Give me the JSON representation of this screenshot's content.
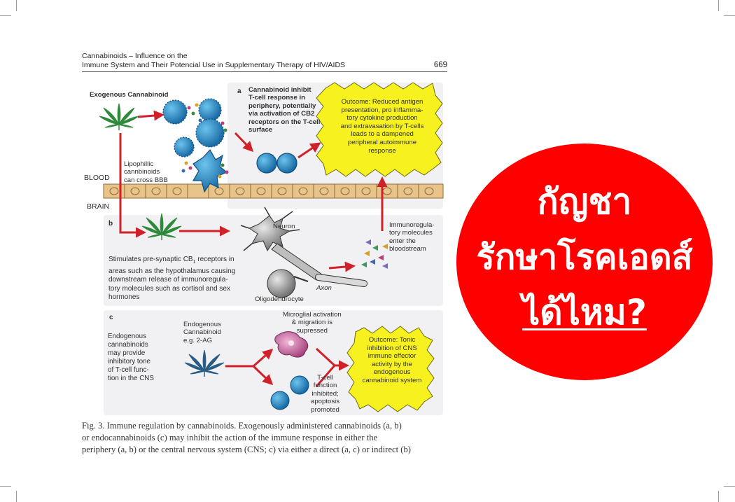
{
  "header": {
    "title_line1": "Cannabinoids – Influence on the",
    "title_line2": "Immune System and Their Potencial Use in Supplementary Therapy of HIV/AIDS",
    "page_number": "669"
  },
  "figure": {
    "panel_a": {
      "letter": "a",
      "exogenous_label": "Exogenous Cannabinoid",
      "description_lines": [
        "Cannabinoid inhibit",
        "T-cell response in",
        "periphery, potentially",
        "via activation of CB2",
        "receptors on the T-cell",
        "surface"
      ],
      "outcome_lines": [
        "Outcome: Reduced antigen",
        "presentation, pro inflamma-",
        "tory cytokine production",
        "and extravasation by T-cells",
        "leads to a dampened",
        "peripheral autoimmune",
        "response"
      ],
      "lipophilic_lines": [
        "Lipophillic",
        "cannbinoids",
        "can cross BBB"
      ],
      "blood_label": "BLOOD",
      "brain_label": "BRAIN"
    },
    "panel_b": {
      "letter": "b",
      "neuron_label": "Neuron",
      "axon_label": "Axon",
      "oligo_label": "Oligodendrocyte",
      "immuno_lines": [
        "Immunoregula-",
        "tory molecules",
        "enter the",
        "bloodstream"
      ],
      "description_lines": [
        "Stimulates pre-synaptic CB",
        "areas such as the hypothalamus causing",
        "downstream release of immunoregula-",
        "tory molecules such as cortisol and sex",
        "hormones"
      ],
      "cb1_subscript": "1",
      "cb1_suffix": " receptors in"
    },
    "panel_c": {
      "letter": "c",
      "endogenous_lines": [
        "Endogenous",
        "cannabinoids",
        "may provide",
        "inhibitory tone",
        "of T-cell func-",
        "tion in the CNS"
      ],
      "endo_cannabinoid_lines": [
        "Endogenous",
        "Cannabinoid",
        "e.g. 2-AG"
      ],
      "microglial_lines": [
        "Microglial activation",
        "& migration is",
        "supressed"
      ],
      "tcell_lines": [
        "T-cell",
        "function",
        "inhibited;",
        "apoptosis",
        "promoted"
      ],
      "outcome_lines": [
        "Outcome: Tonic",
        "inhibition of CNS",
        "immune effector",
        "activity by the",
        "endogenous",
        "cannabinoid system"
      ]
    },
    "caption_lines": [
      "Fig. 3. Immune regulation by cannabinoids. Exogenously administered cannabinoids (a, b)",
      "or endocannabinoids (c) may inhibit the action of the immune response in either the",
      "periphery (a, b) or the central nervous system (CNS; c) via either a direct (a, c) or indirect (b)"
    ]
  },
  "callout": {
    "line1": "กัญชา",
    "line2": "รักษาโรคเอดส์",
    "line3": "ได้ไหม?"
  },
  "colors": {
    "callout_red": "#ff0000",
    "callout_text": "#ffffff",
    "arrow_red": "#d0202a",
    "cell_blue": "#1e7fb8",
    "star_yellow": "#f7f21f",
    "leaf_green": "#2e8a3a",
    "leaf_blue": "#2a5d86",
    "barrier_tan": "#e8c48a"
  },
  "icons": [
    "cannabis-leaf-icon",
    "immune-cell-icon",
    "neuron-icon",
    "oligodendrocyte-icon",
    "microglia-icon",
    "arrow-icon"
  ]
}
